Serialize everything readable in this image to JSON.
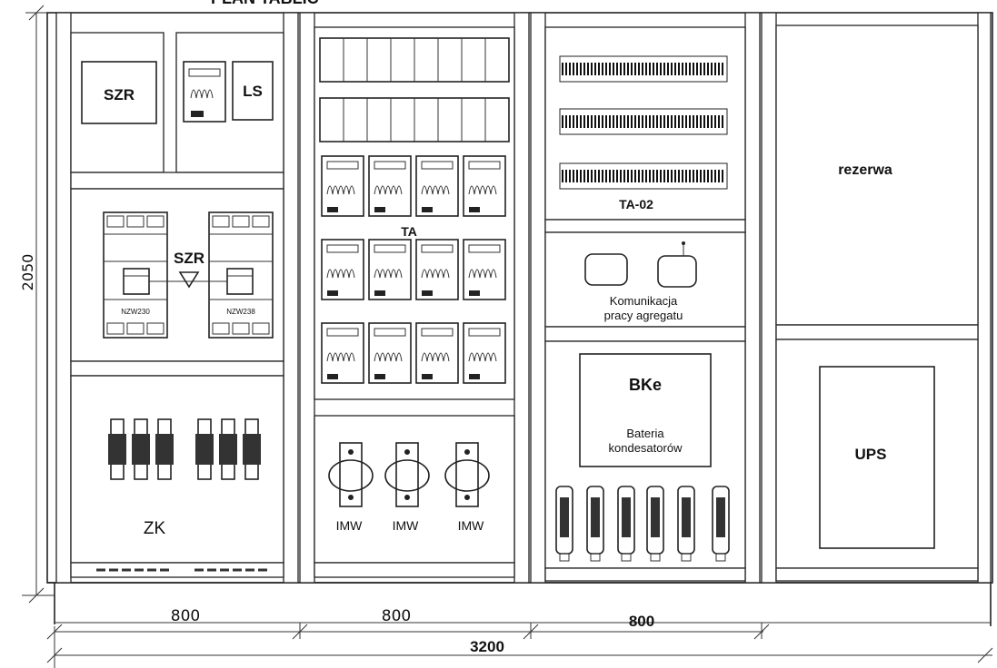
{
  "title": "PLAN TABLIC",
  "dimensions": {
    "height": "2050",
    "section_widths": [
      "800",
      "800",
      "800"
    ],
    "total_width": "3200"
  },
  "section1": {
    "szr_top": "SZR",
    "ls": "LS",
    "szr_mid": "SZR",
    "breaker_model_left": "NZW230",
    "breaker_model_right": "NZW238",
    "zk": "ZK"
  },
  "section2": {
    "ta": "TA",
    "imw_labels": [
      "IMW",
      "IMW",
      "IMW"
    ]
  },
  "section3": {
    "ta02": "TA-02",
    "komunikacja_line1": "Komunikacja",
    "komunikacja_line2": "pracy agregatu",
    "bke": "BKe",
    "bateria_line1": "Bateria",
    "bateria_line2": "kondesatorów"
  },
  "section4": {
    "rezerwa": "rezerwa",
    "ups": "UPS"
  }
}
